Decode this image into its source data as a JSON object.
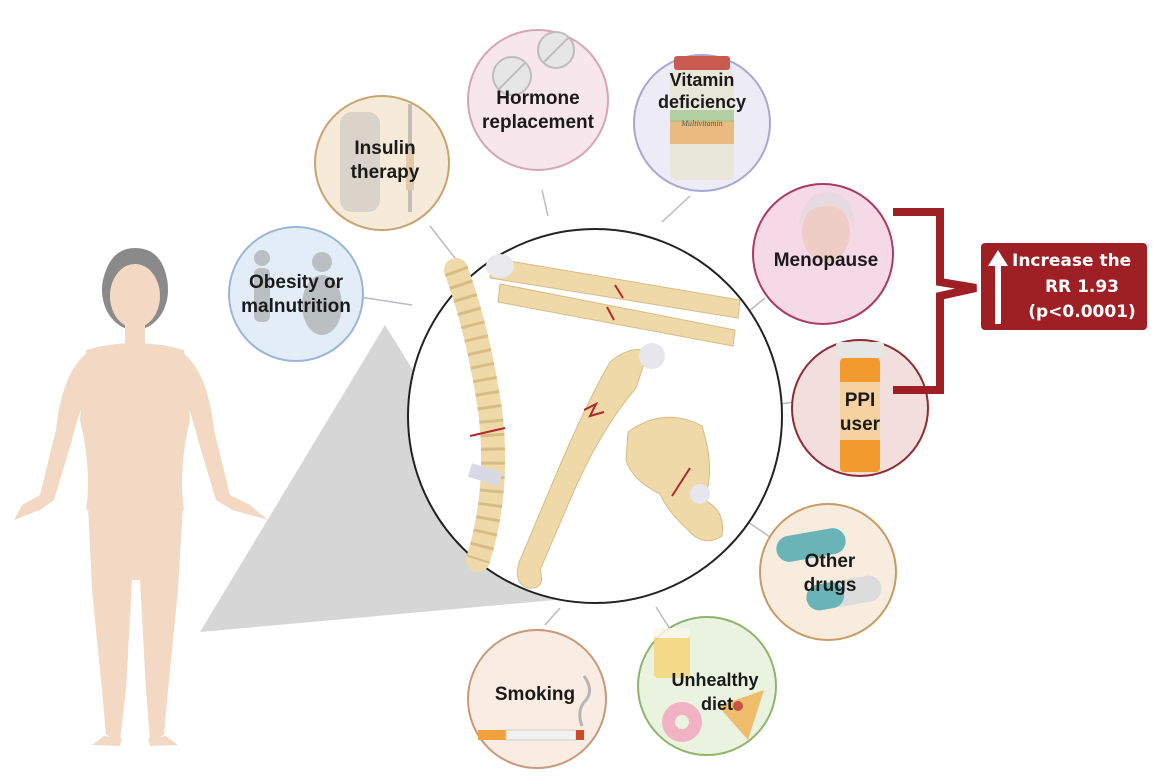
{
  "factors": [
    {
      "id": "obesity",
      "lines": [
        "Obesity or",
        "malnutrition"
      ],
      "fill": "#e3edf8",
      "stroke": "#9ab6d6"
    },
    {
      "id": "insulin",
      "lines": [
        "Insulin",
        "therapy"
      ],
      "fill": "#f6ead8",
      "stroke": "#c9a472"
    },
    {
      "id": "hormone",
      "lines": [
        "Hormone",
        "replacement"
      ],
      "fill": "#f7e6ec",
      "stroke": "#d6a6b6"
    },
    {
      "id": "vitamin",
      "lines": [
        "Vitamin",
        "deficiency"
      ],
      "fill": "#ecebf6",
      "stroke": "#a9a6d2"
    },
    {
      "id": "menopause",
      "lines": [
        "Menopause"
      ],
      "fill": "#f6d9e7",
      "stroke": "#a83a64"
    },
    {
      "id": "ppi",
      "lines": [
        "PPI",
        "user"
      ],
      "fill": "#f3dede",
      "stroke": "#8e2b33"
    },
    {
      "id": "other-drugs",
      "lines": [
        "Other",
        "drugs"
      ],
      "fill": "#f7ecde",
      "stroke": "#c79b63"
    },
    {
      "id": "diet",
      "lines": [
        "Unhealthy",
        "diet"
      ],
      "fill": "#eaf3e0",
      "stroke": "#8fb46b"
    },
    {
      "id": "smoking",
      "lines": [
        "Smoking"
      ],
      "fill": "#f9ece2",
      "stroke": "#c7997a"
    }
  ],
  "vitamin_jar_label": "Multivitamin",
  "badge": {
    "arrow_icon": "up-arrow-icon",
    "lines": [
      "Increase the",
      "RR 1.93",
      "(p<0.0001)"
    ],
    "fill": "#9e1f24"
  },
  "colors": {
    "bracket": "#9e1f24",
    "skin": "#f3d9c4",
    "bone": "#efd9a8",
    "fracture": "#b3262e"
  }
}
